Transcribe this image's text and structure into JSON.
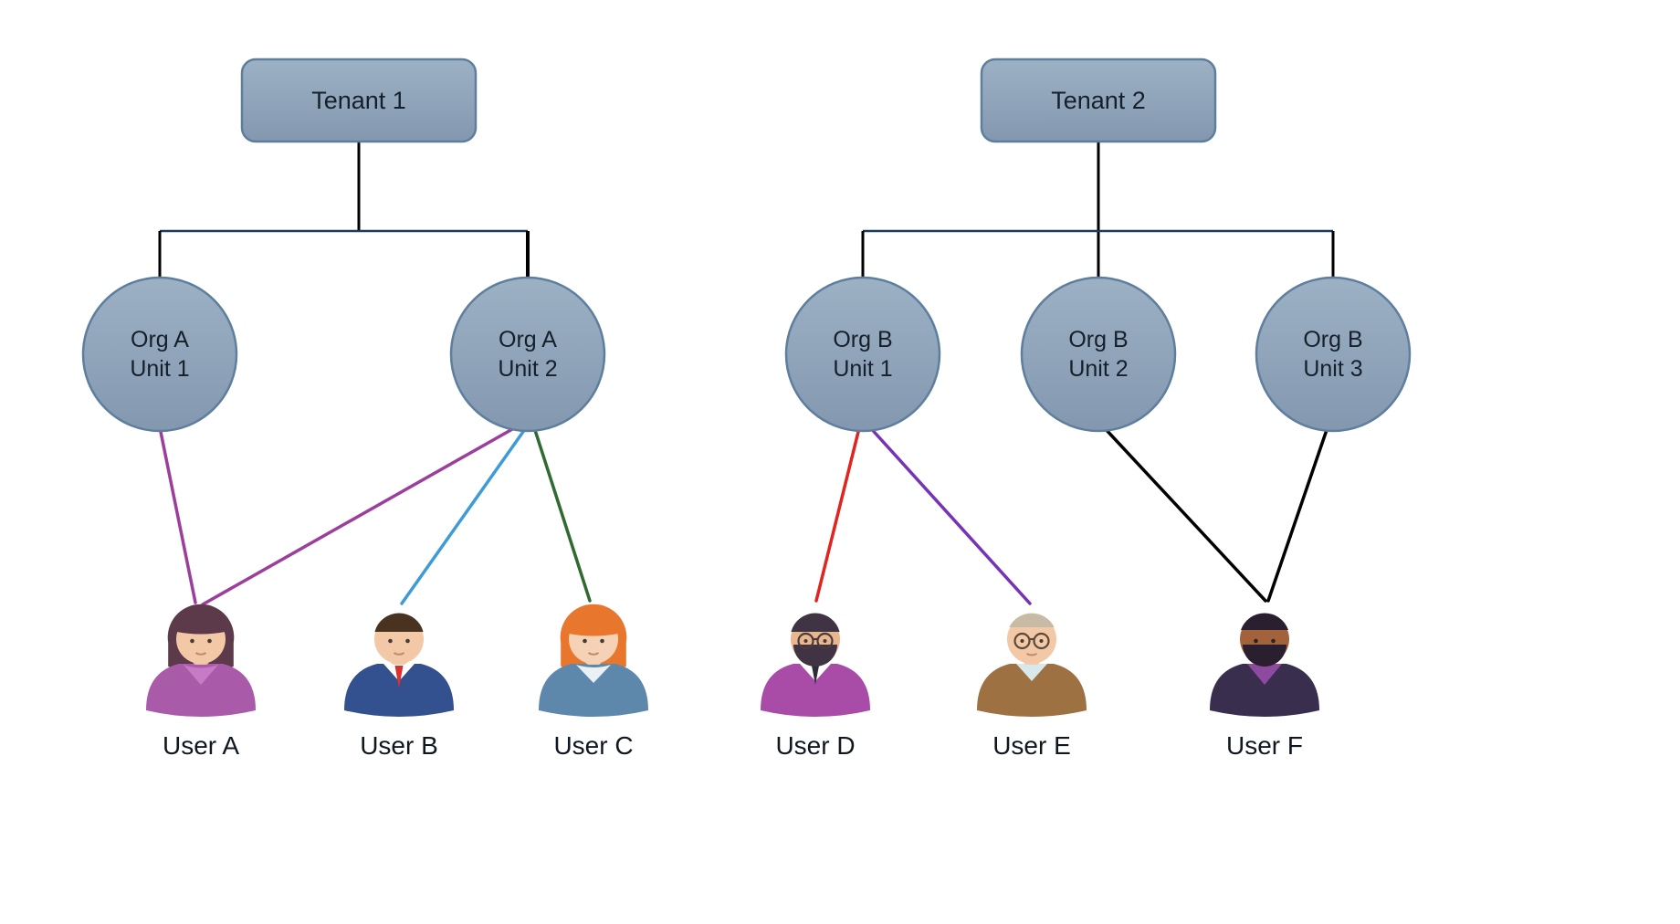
{
  "diagram": {
    "background": "#FFFFFF",
    "tenants": [
      {
        "label": "Tenant 1"
      },
      {
        "label": "Tenant 2"
      }
    ],
    "org_units": [
      {
        "tenant": "Tenant 1",
        "line1": "Org A",
        "line2": "Unit 1"
      },
      {
        "tenant": "Tenant 1",
        "line1": "Org A",
        "line2": "Unit 2"
      },
      {
        "tenant": "Tenant 2",
        "line1": "Org B",
        "line2": "Unit 1"
      },
      {
        "tenant": "Tenant 2",
        "line1": "Org B",
        "line2": "Unit 2"
      },
      {
        "tenant": "Tenant 2",
        "line1": "Org B",
        "line2": "Unit 3"
      }
    ],
    "users": [
      {
        "label": "User A",
        "colors": {
          "hair": "#5D3A4A",
          "skin": "#F2C8A6",
          "top": "#A95BA9",
          "inner": "#C77BC7"
        }
      },
      {
        "label": "User B",
        "colors": {
          "hair": "#4A3220",
          "skin": "#F2C8A6",
          "top": "#33508F",
          "inner": "#FFFFFF",
          "tie": "#D93030"
        }
      },
      {
        "label": "User C",
        "colors": {
          "hair": "#E8762C",
          "skin": "#F5D2B5",
          "top": "#5E87AC",
          "inner": "#E9F1F5"
        }
      },
      {
        "label": "User D",
        "colors": {
          "hair": "#403343",
          "skin": "#E9B78F",
          "top": "#A84CA8",
          "inner": "#FFFFFF",
          "tie": "#2E2E38",
          "glasses": "#4A3A3A"
        }
      },
      {
        "label": "User E",
        "colors": {
          "hair": "#C8BBA6",
          "skin": "#F2C8A6",
          "top": "#9E7142",
          "inner": "#D9E8EA",
          "glasses": "#5A4A3A"
        }
      },
      {
        "label": "User F",
        "colors": {
          "hair": "#2A1F2E",
          "skin": "#A2633C",
          "top": "#3A2E4E",
          "inner": "#8E4A9E"
        }
      }
    ],
    "assignments": [
      {
        "from": "Org A Unit 1",
        "to": "User A",
        "color": "#9C3F9C"
      },
      {
        "from": "Org A Unit 2",
        "to": "User A",
        "color": "#9C3F9C"
      },
      {
        "from": "Org A Unit 2",
        "to": "User B",
        "color": "#3F9BD8"
      },
      {
        "from": "Org A Unit 2",
        "to": "User C",
        "color": "#2F6B2F"
      },
      {
        "from": "Org B Unit 1",
        "to": "User D",
        "color": "#E02420"
      },
      {
        "from": "Org B Unit 1",
        "to": "User E",
        "color": "#7733B5"
      },
      {
        "from": "Org B Unit 2",
        "to": "User F",
        "color": "#000000"
      },
      {
        "from": "Org B Unit 3",
        "to": "User F",
        "color": "#000000"
      }
    ],
    "palette": {
      "node_fill_top": "#9DB1C5",
      "node_fill_bottom": "#8398AF",
      "node_stroke": "#5E7E9D",
      "tree_line": "#000000",
      "tree_horizontal": "#1C3A5E",
      "label_text": "#15202B"
    }
  }
}
